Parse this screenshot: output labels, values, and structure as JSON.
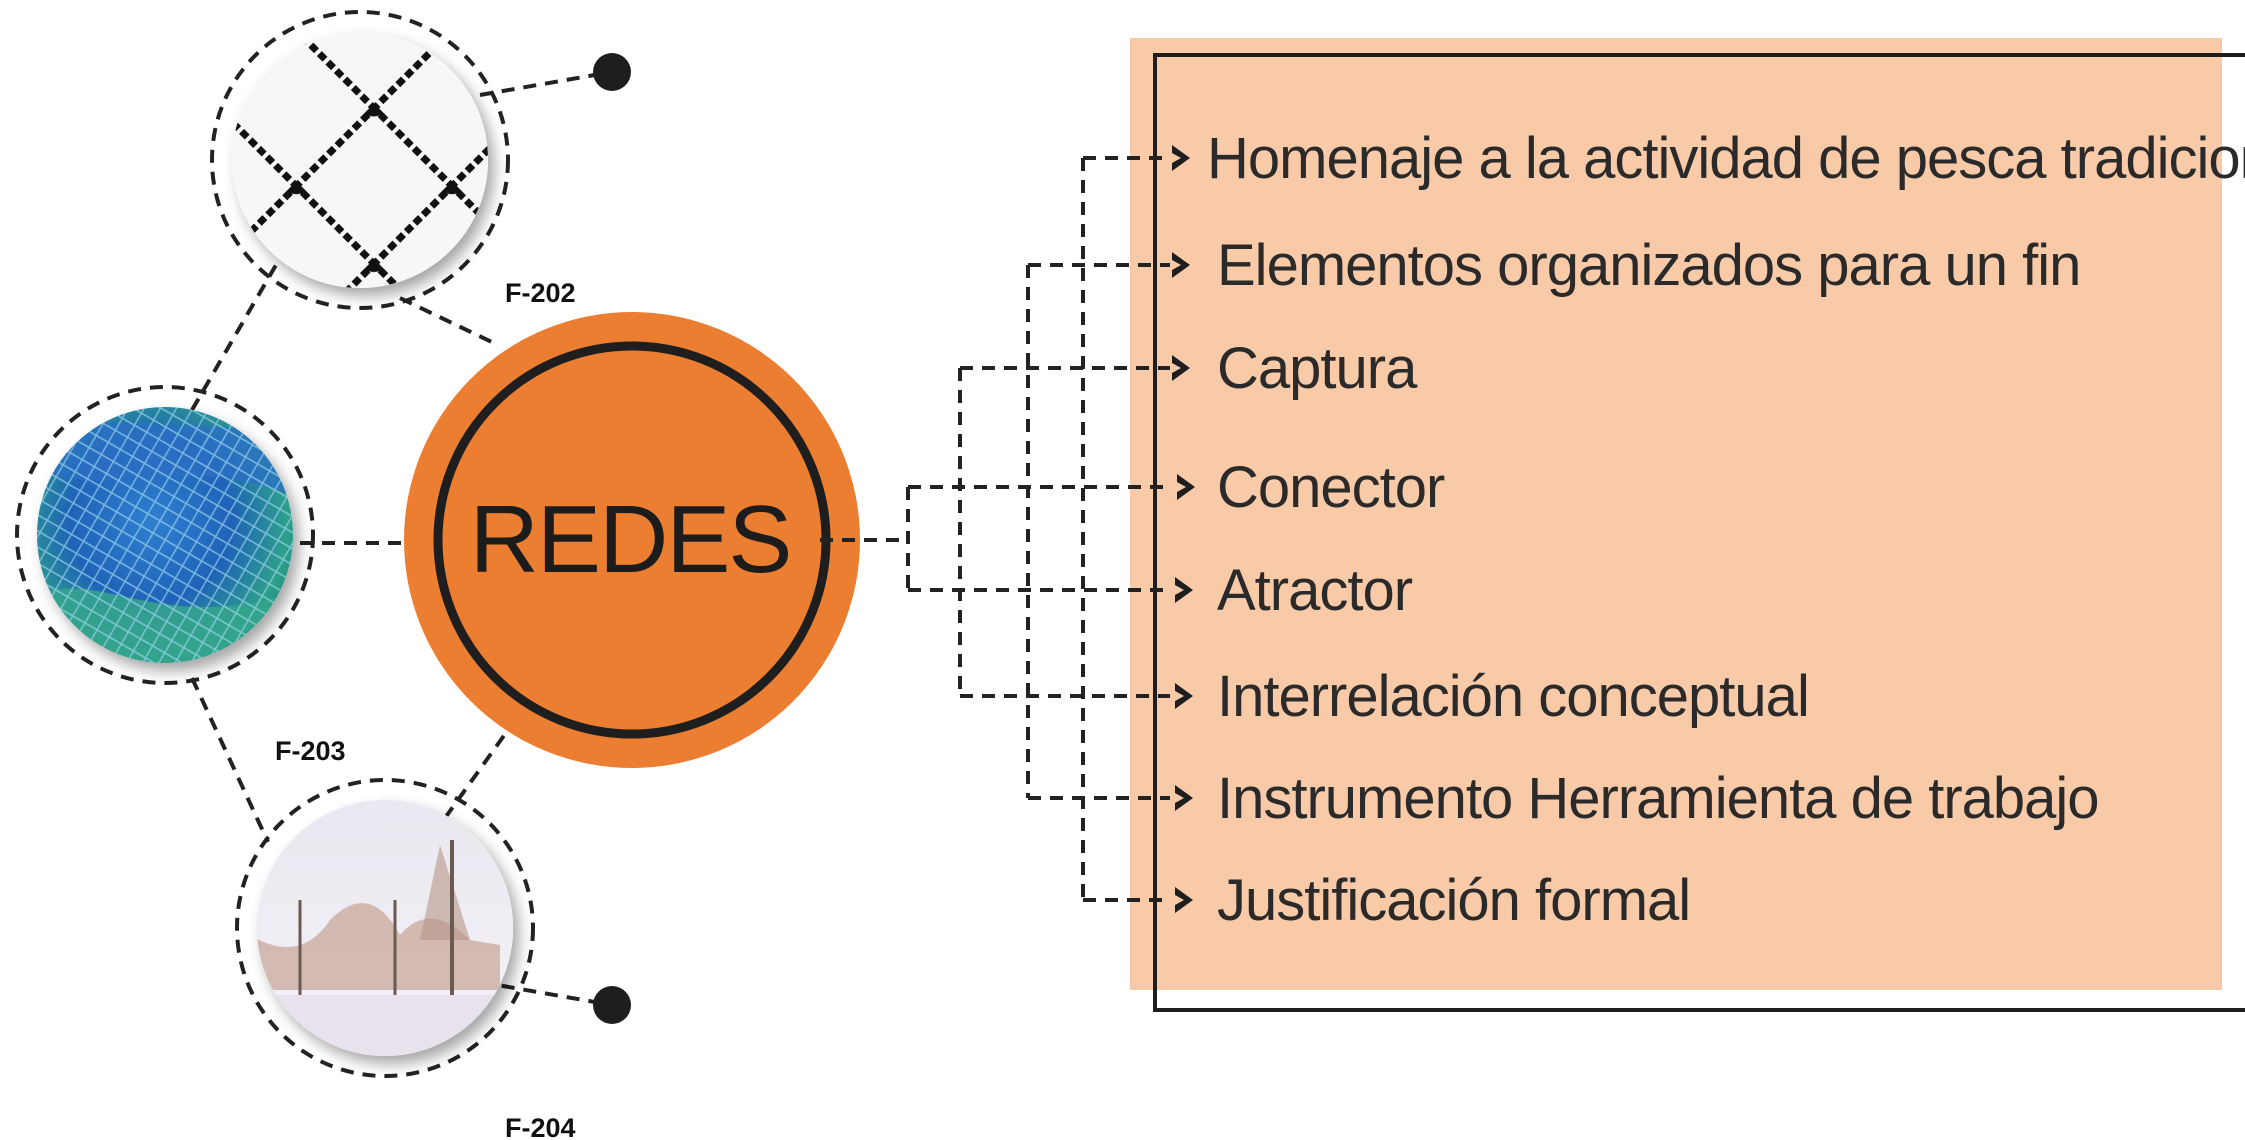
{
  "center": {
    "label": "REDES"
  },
  "photos": [
    {
      "id": "F-202",
      "caption": "F-202",
      "content": "fishing-net-knots-photo"
    },
    {
      "id": "F-203",
      "caption": "F-203",
      "content": "blue-green-net-photo"
    },
    {
      "id": "F-204",
      "caption": "F-204",
      "content": "hanging-nets-photo"
    }
  ],
  "items": [
    "Homenaje a la actividad de pesca tradicional",
    "Elementos organizados para un fin",
    "Captura",
    "Conector",
    "Atractor",
    "Interrelación conceptual",
    "Instrumento Herramienta de trabajo",
    "Justificación formal"
  ],
  "colors": {
    "center_fill": "#ec7e31",
    "ring": "#1e1e1e",
    "panel_bg": "#f8caa8",
    "frame": "#1e1e1e",
    "dashes": "#222222"
  },
  "icons": {
    "item_marker": "chevron-right-icon",
    "end_dot": "dot-icon"
  }
}
